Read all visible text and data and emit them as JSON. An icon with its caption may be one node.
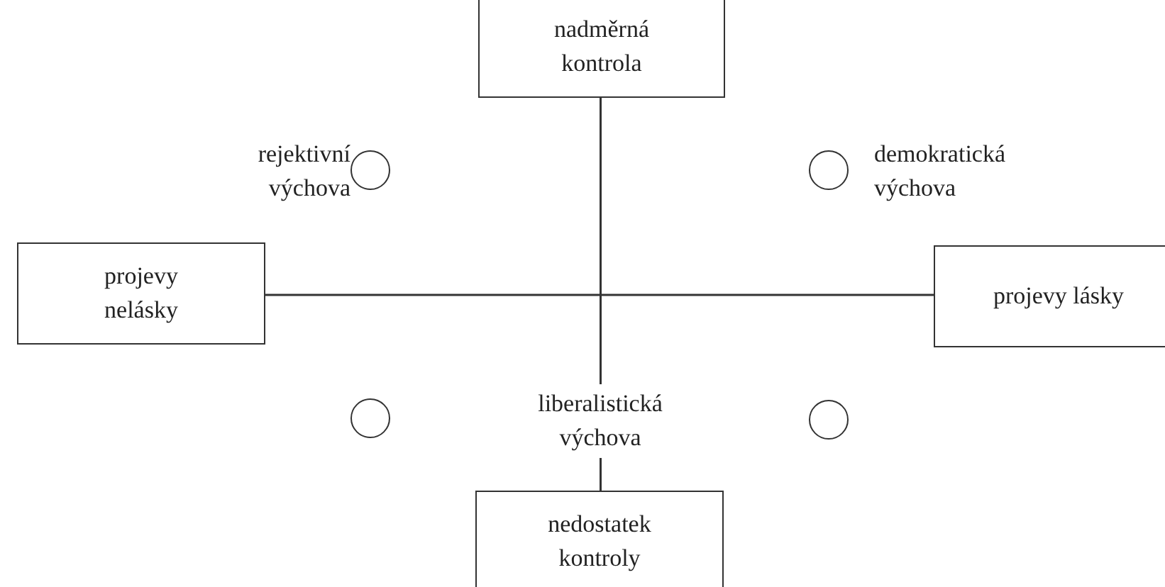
{
  "diagram": {
    "nodes": [
      {
        "text": [
          "nadměrná kontrola"
        ]
      },
      {
        "text": [],
        "shape": "circle",
        "beside": [
          "rejektivní výchova"
        ]
      },
      {
        "text": [],
        "shape": "circle",
        "beside": [
          "demokratická výchova"
        ]
      },
      {
        "text": [
          "projevy nelásky"
        ]
      },
      {
        "text": [
          "projevy lásky"
        ]
      },
      {
        "text": [],
        "shape": "circle"
      },
      {
        "text": [],
        "shape": "circle"
      },
      {
        "text": [
          "nedostatek kontroly"
        ]
      }
    ],
    "edges": [
      {
        "from": 0,
        "to": 7,
        "arrow": "none",
        "label": "liberalistická výchova"
      },
      {
        "from": 3,
        "to": 4,
        "arrow": "none"
      }
    ]
  }
}
